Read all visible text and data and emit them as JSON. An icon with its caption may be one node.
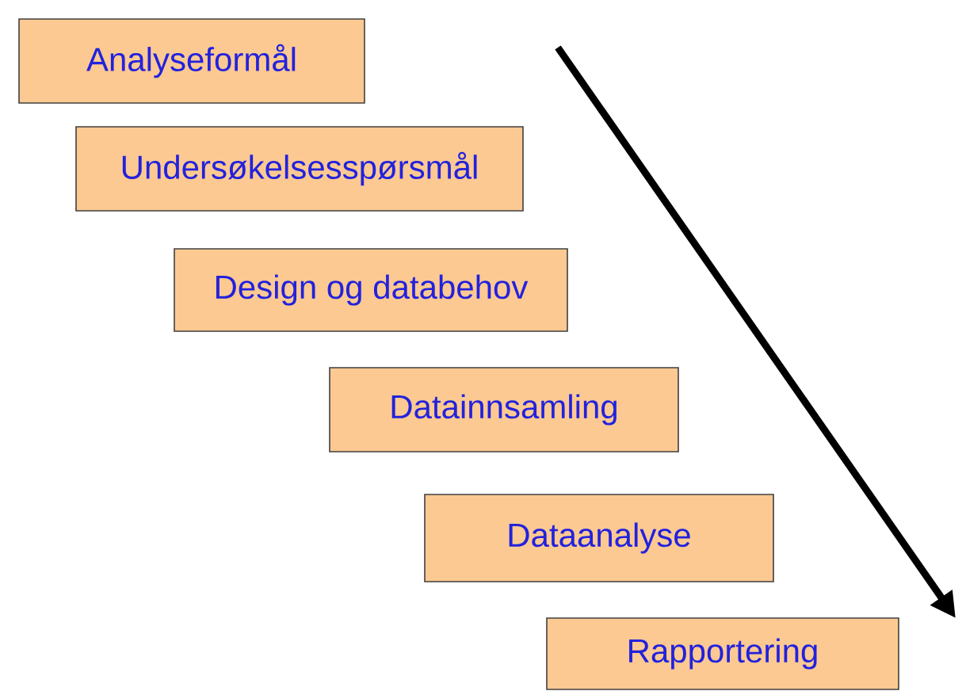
{
  "diagram": {
    "nodes": [
      {
        "text": [
          "Analyseformål"
        ]
      },
      {
        "text": [
          "Undersøkelsesspørsmål"
        ]
      },
      {
        "text": [
          "Design og databehov"
        ]
      },
      {
        "text": [
          "Datainnsamling"
        ]
      },
      {
        "text": [
          "Dataanalyse"
        ]
      },
      {
        "text": [
          "Rapportering"
        ]
      }
    ]
  }
}
